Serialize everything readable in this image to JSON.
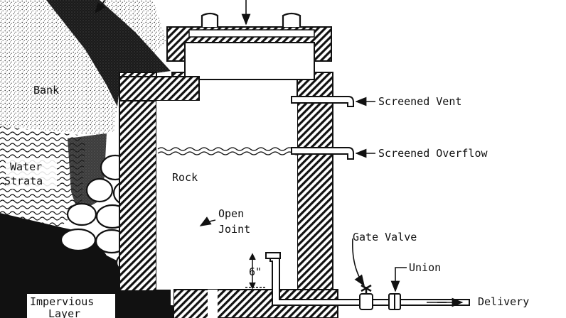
{
  "labels": {
    "bank": "Bank",
    "water_strata_line1": "Water",
    "water_strata_line2": "Strata",
    "rock": "Rock",
    "open_joint_line1": "Open",
    "open_joint_line2": "Joint",
    "screened_vent": "Screened Vent",
    "screened_overflow": "Screened Overflow",
    "gate_valve": "Gate Valve",
    "union": "Union",
    "clearance": "6\"",
    "delivery": "Delivery",
    "impervious_line1": "Impervious",
    "impervious_line2": "Layer"
  },
  "colors": {
    "ink": "#111111",
    "paper": "#ffffff"
  }
}
